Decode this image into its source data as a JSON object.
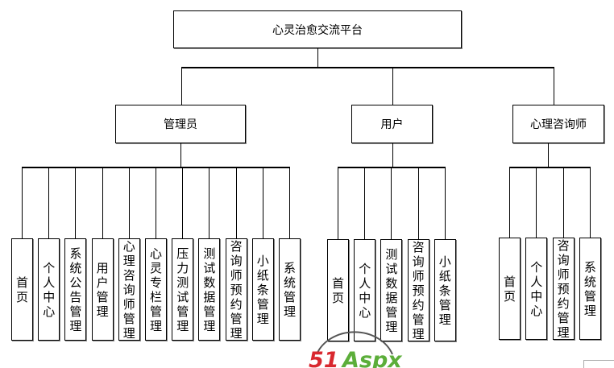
{
  "root": {
    "label": "心灵治愈交流平台"
  },
  "roles": [
    {
      "label": "管理员",
      "modules": [
        "首页",
        "个人中心",
        "系统公告管理",
        "用户管理",
        "心理咨询师管理",
        "心灵专栏管理",
        "压力测试管理",
        "测试数据管理",
        "咨询师预约管理",
        "小纸条管理",
        "系统管理"
      ]
    },
    {
      "label": "用户",
      "modules": [
        "首页",
        "个人中心",
        "测试数据管理",
        "咨询师预约管理",
        "小纸条管理"
      ]
    },
    {
      "label": "心理咨询师",
      "modules": [
        "首页",
        "个人中心",
        "咨询师预约管理",
        "系统管理"
      ]
    }
  ],
  "watermark": {
    "text": "51Aspx",
    "red": "#d9282f",
    "green": "#5cae3a"
  }
}
